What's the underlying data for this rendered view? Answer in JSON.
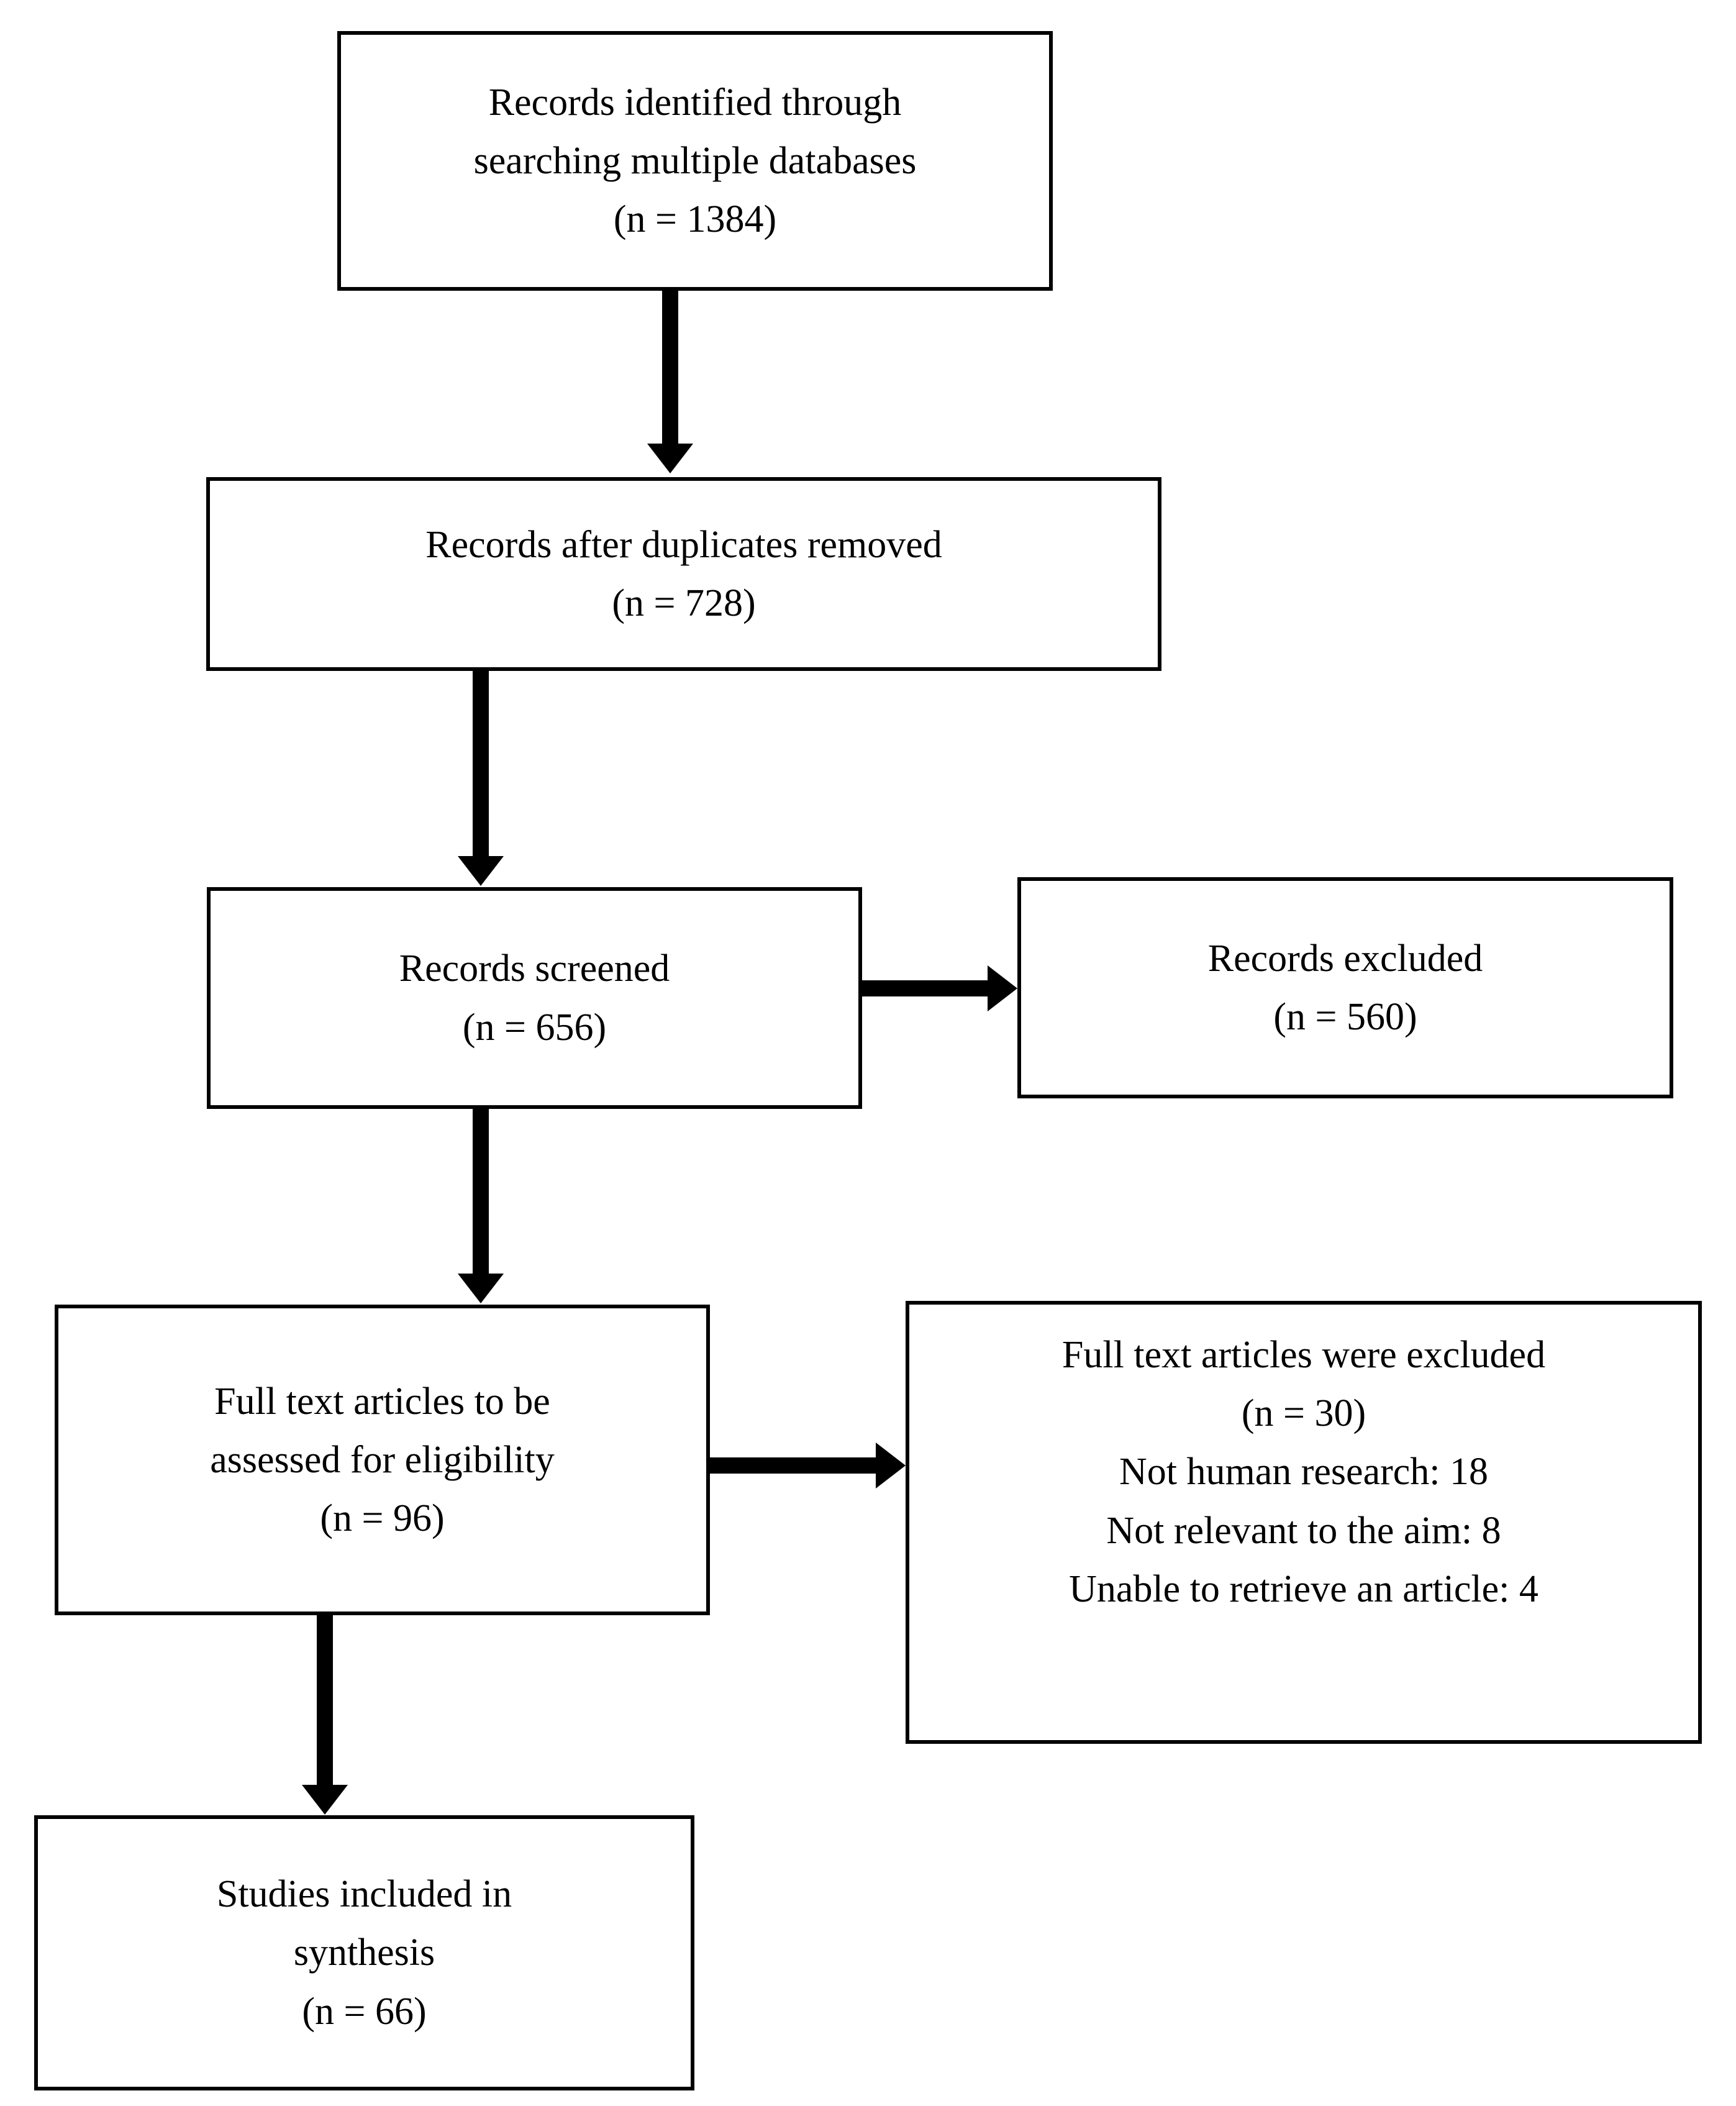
{
  "diagram": {
    "title": "PRISMA study selection flow diagram",
    "colors": {
      "stroke": "#000000",
      "fill": "#ffffff",
      "text": "#000000"
    },
    "nodes": {
      "identified": {
        "name": "Records identified through searching multiple databases",
        "lines": [
          "Records identified through",
          "searching multiple databases",
          "(n = 1384)"
        ],
        "count": 1384
      },
      "duplicates_removed": {
        "name": "Records after duplicates removed",
        "lines": [
          "Records after duplicates removed",
          "(n = 728)"
        ],
        "count": 728
      },
      "screened": {
        "name": "Records screened",
        "lines": [
          "Records screened",
          "(n = 656)"
        ],
        "count": 656
      },
      "records_excluded": {
        "name": "Records excluded",
        "lines": [
          "Records excluded",
          "(n = 560)"
        ],
        "count": 560
      },
      "fulltext_assessed": {
        "name": "Full text articles to be assessed for eligibility",
        "lines": [
          "Full text articles to be",
          "assessed for eligibility",
          "(n = 96)"
        ],
        "count": 96
      },
      "fulltext_excluded": {
        "name": "Full text articles were excluded",
        "lines": [
          "Full text articles were excluded",
          "(n = 30)",
          "Not human research: 18",
          "Not relevant to the aim: 8",
          "Unable to retrieve an article: 4"
        ],
        "count": 30,
        "reasons": [
          {
            "label": "Not human research",
            "value": 18
          },
          {
            "label": "Not relevant to the aim",
            "value": 8
          },
          {
            "label": "Unable to retrieve an article",
            "value": 4
          }
        ]
      },
      "included": {
        "name": "Studies included in synthesis",
        "lines": [
          "Studies included in",
          "synthesis",
          "(n = 66)"
        ],
        "count": 66
      }
    },
    "edges": [
      {
        "from": "identified",
        "to": "duplicates_removed",
        "direction": "down"
      },
      {
        "from": "duplicates_removed",
        "to": "screened",
        "direction": "down"
      },
      {
        "from": "screened",
        "to": "records_excluded",
        "direction": "right"
      },
      {
        "from": "screened",
        "to": "fulltext_assessed",
        "direction": "down"
      },
      {
        "from": "fulltext_assessed",
        "to": "fulltext_excluded",
        "direction": "right"
      },
      {
        "from": "fulltext_assessed",
        "to": "included",
        "direction": "down"
      }
    ]
  }
}
